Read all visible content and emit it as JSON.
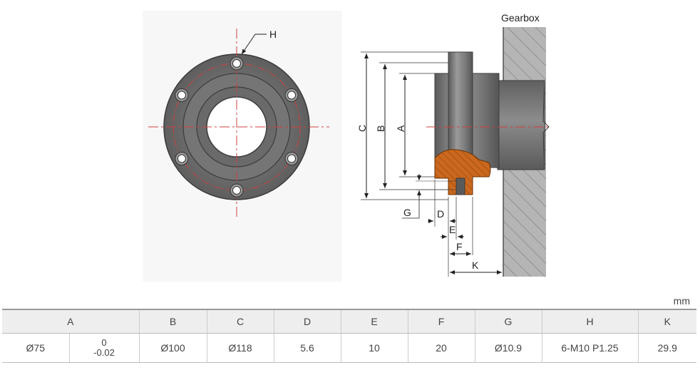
{
  "drawing": {
    "gearbox_label": "Gearbox",
    "labels": {
      "H": "H",
      "C": "C",
      "B": "B",
      "A": "A",
      "G": "G",
      "D": "D",
      "E": "E",
      "F": "F",
      "K": "K"
    }
  },
  "unit": "mm",
  "table": {
    "headers": [
      "A",
      "B",
      "C",
      "D",
      "E",
      "F",
      "G",
      "H",
      "K"
    ],
    "row": {
      "A_diameter": "Ø75",
      "A_tol_upper": "0",
      "A_tol_lower": "-0.02",
      "B": "Ø100",
      "C": "Ø118",
      "D": "5.6",
      "E": "10",
      "F": "20",
      "G": "Ø10.9",
      "H": "6-M10 P1.25",
      "K": "29.9"
    }
  }
}
